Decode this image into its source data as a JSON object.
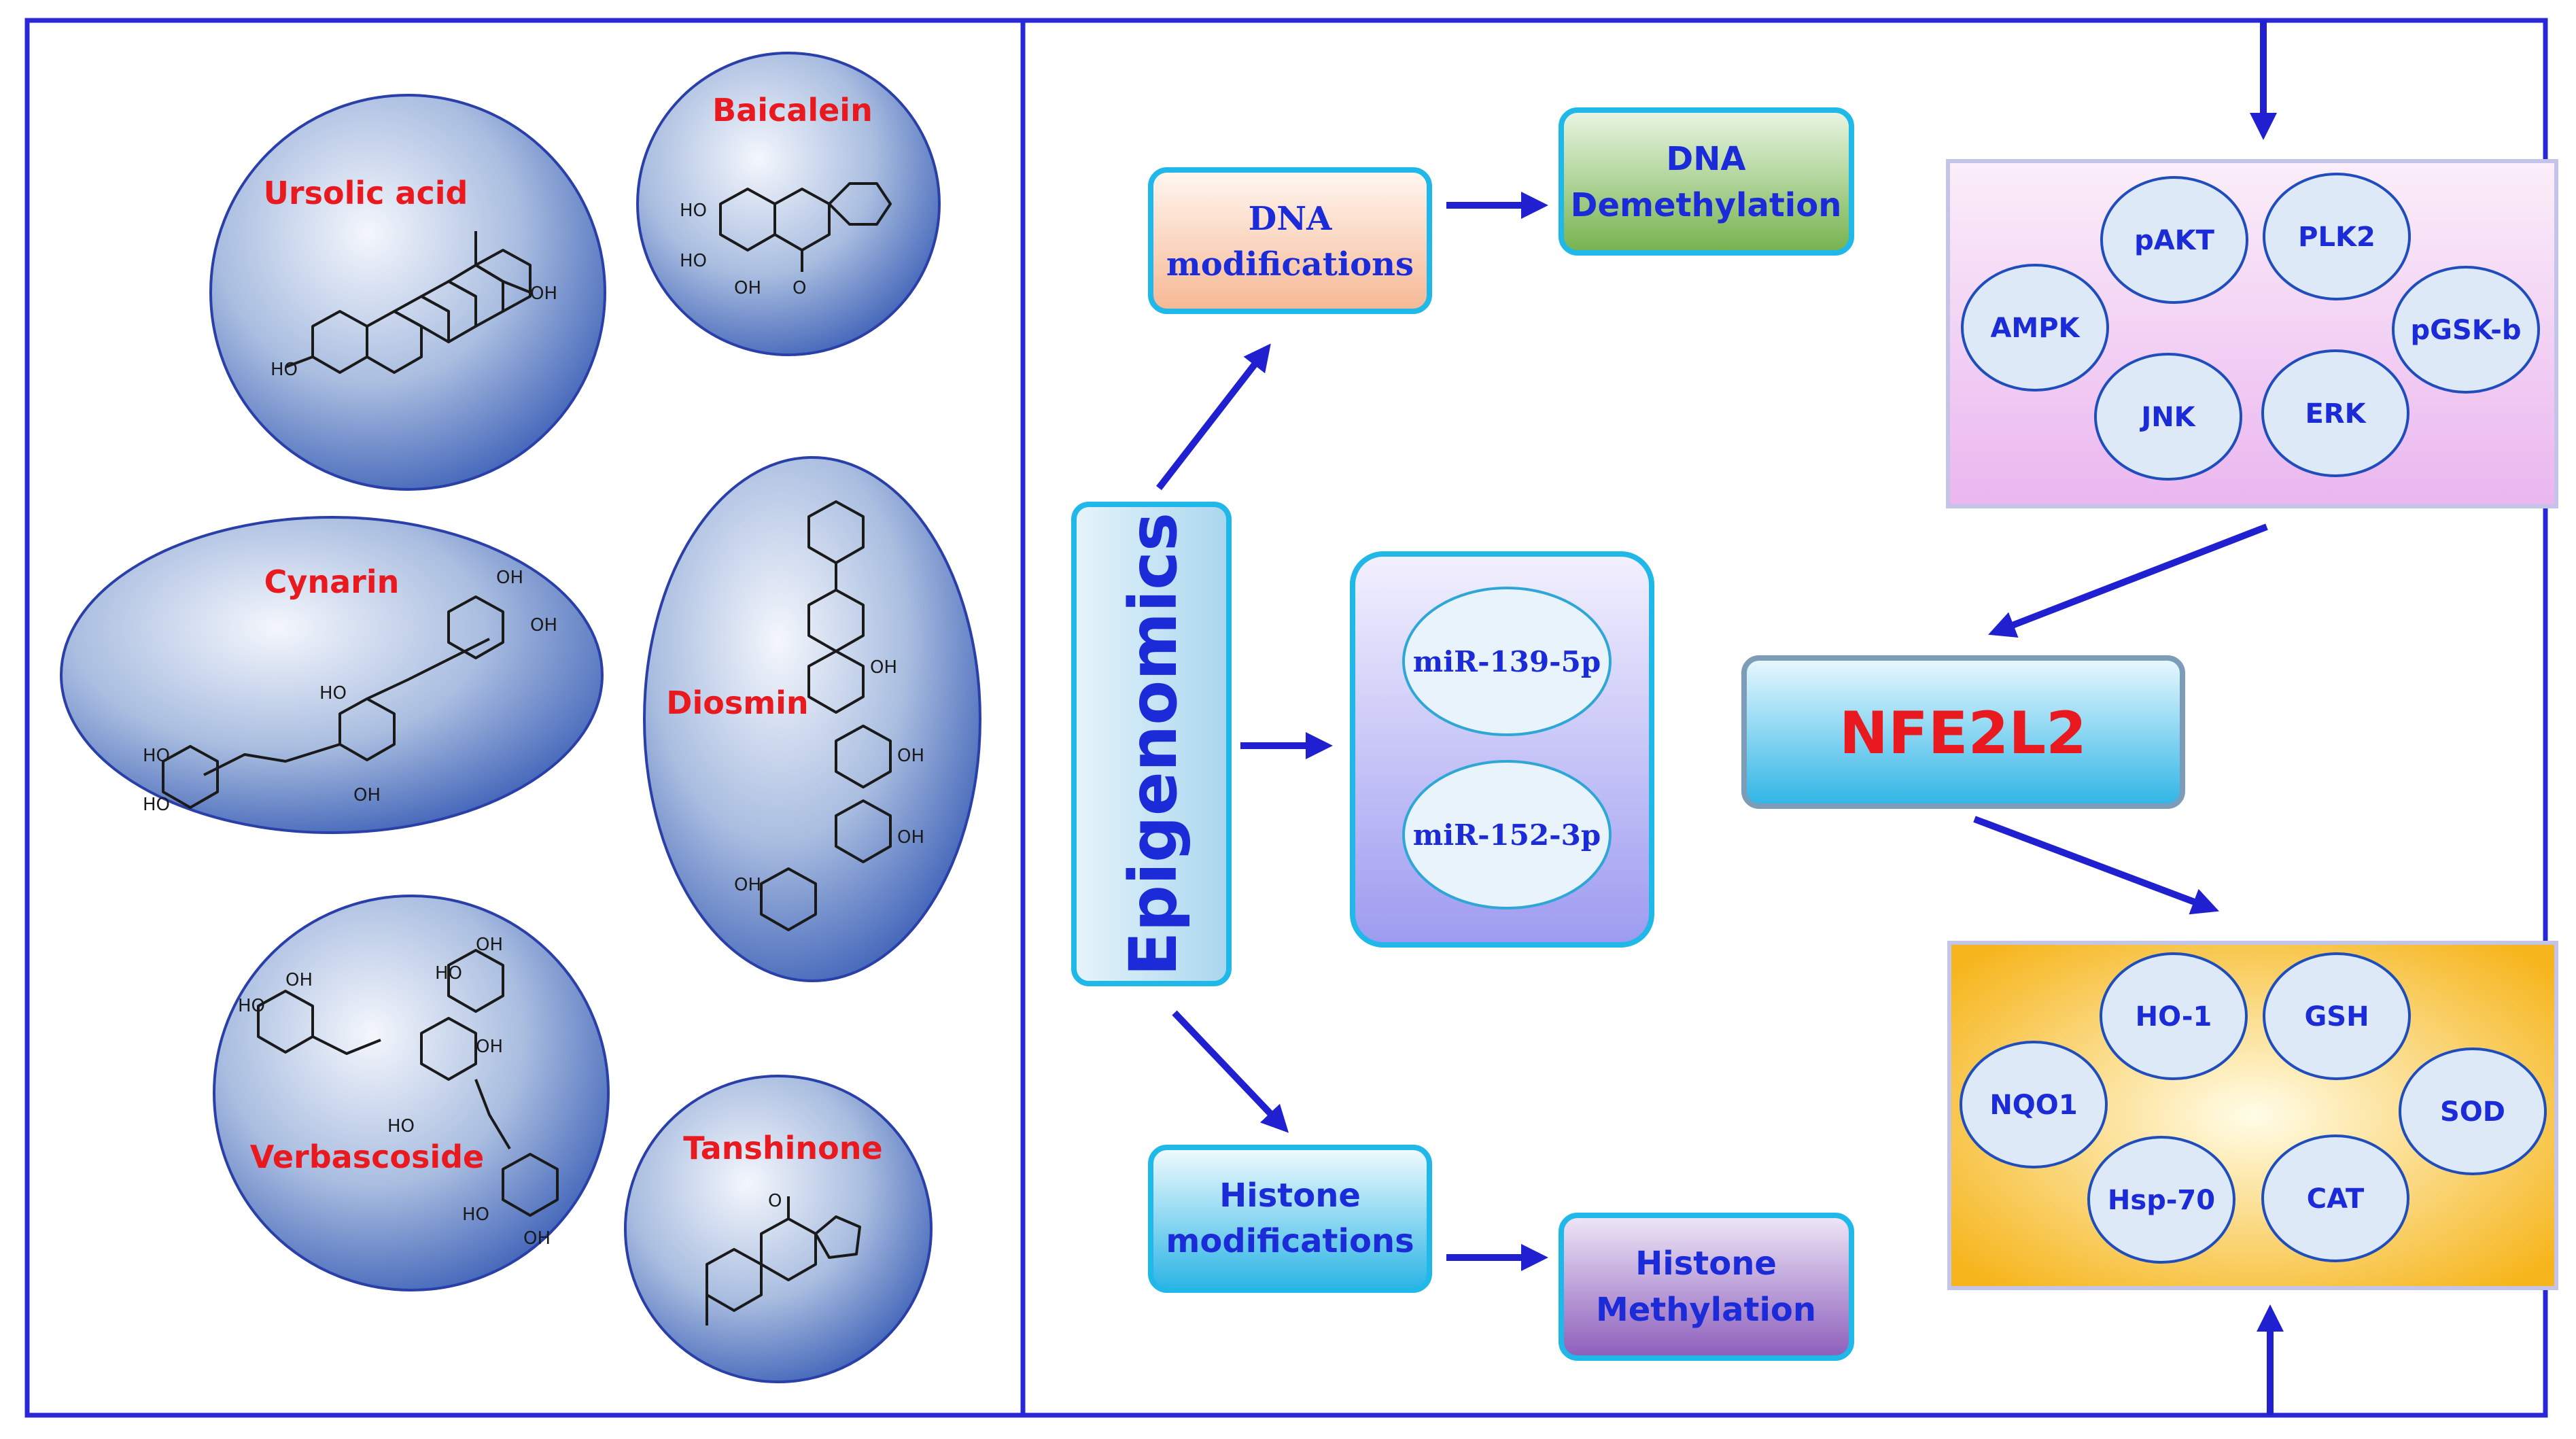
{
  "compounds": {
    "ursolic": "Ursolic acid",
    "baicalein": "Baicalein",
    "cynarin": "Cynarin",
    "diosmin": "Diosmin",
    "verbascoside": "Verbascoside",
    "tanshinone": "Tanshinone"
  },
  "center": {
    "epigenomics": "Epigenomics",
    "dna_mod": [
      "DNA",
      "modifications"
    ],
    "dna_demeth": [
      "DNA",
      "Demethylation"
    ],
    "histone_mod": [
      "Histone",
      "modifications"
    ],
    "histone_meth": [
      "Histone",
      "Methylation"
    ],
    "mir1": "miR-139-5p",
    "mir2": "miR-152-3p",
    "nfe2l2": "NFE2L2"
  },
  "kinases": {
    "pakt": "pAKT",
    "plk2": "PLK2",
    "ampk": "AMPK",
    "pgsk": "pGSK-b",
    "jnk": "JNK",
    "erk": "ERK"
  },
  "antioxidants": {
    "ho1": "HO-1",
    "gsh": "GSH",
    "nqo1": "NQO1",
    "sod": "SOD",
    "hsp70": "Hsp-70",
    "cat": "CAT"
  },
  "colors": {
    "frame": "#2828d6",
    "red": "#e8191f",
    "blue": "#1c2bd8",
    "cyan_border": "#1fb8e8"
  }
}
